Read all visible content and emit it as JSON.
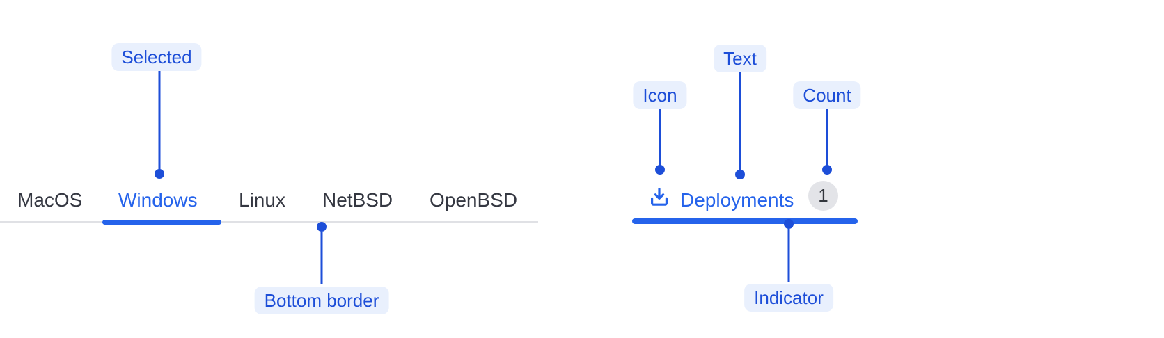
{
  "colors": {
    "accent_blue": "#2563eb",
    "annotation_blue": "#1d4ed8",
    "annotation_pill_bg": "#e9f0fd",
    "inactive_tab_text": "#343741",
    "bottom_border_gray": "#e0e1e5",
    "badge_bg": "#e3e4e8",
    "badge_text": "#33373d",
    "background": "#ffffff"
  },
  "tab_bar": {
    "tabs": [
      {
        "label": "MacOS",
        "selected": false
      },
      {
        "label": "Windows",
        "selected": true
      },
      {
        "label": "Linux",
        "selected": false
      },
      {
        "label": "NetBSD",
        "selected": false
      },
      {
        "label": "OpenBSD",
        "selected": false
      }
    ]
  },
  "deployments_tab": {
    "icon": "download-icon",
    "label": "Deployments",
    "count": "1"
  },
  "annotations": {
    "selected": "Selected",
    "bottom_border": "Bottom border",
    "icon": "Icon",
    "text": "Text",
    "count": "Count",
    "indicator": "Indicator"
  }
}
